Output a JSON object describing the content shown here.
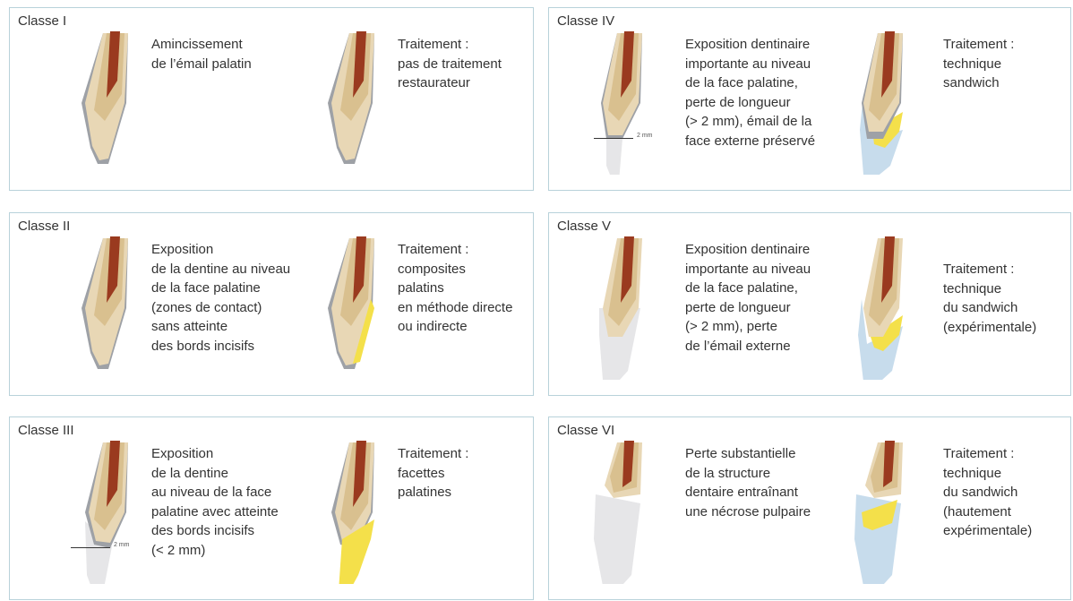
{
  "palette": {
    "panel_border": "#b8d2da",
    "enamel": "#e8d7b5",
    "dentin": "#d9c08f",
    "pulp": "#9a3a1f",
    "lost_enamel_grey": "#9ea1a6",
    "lost_structure_light": "#e6e6e8",
    "composite_yellow": "#f4e04a",
    "glass_ionomer_blue": "#c7dcec"
  },
  "panels": [
    {
      "title": "Classe I",
      "description": [
        "Amincissement",
        "de l’émail palatin"
      ],
      "treatment": [
        "Traitement :",
        "pas de traitement",
        "restaurateur"
      ],
      "scale": ""
    },
    {
      "title": "Classe IV",
      "description": [
        "Exposition dentinaire",
        "importante au niveau",
        "de la face palatine,",
        "perte de longueur",
        "(> 2 mm), émail de la",
        "face externe préservé"
      ],
      "treatment": [
        "Traitement :",
        "technique",
        "sandwich"
      ],
      "scale": "2 mm"
    },
    {
      "title": "Classe II",
      "description": [
        "Exposition",
        "de la dentine au niveau",
        "de la face palatine",
        "(zones de contact)",
        "sans atteinte",
        "des bords incisifs"
      ],
      "treatment": [
        "Traitement :",
        "composites",
        "palatins",
        "en méthode directe",
        "ou indirecte"
      ],
      "scale": ""
    },
    {
      "title": "Classe V",
      "description": [
        "Exposition dentinaire",
        "importante au niveau",
        "de la face palatine,",
        "perte de longueur",
        "(> 2 mm), perte",
        "de l’émail externe"
      ],
      "treatment": [
        "Traitement :",
        "technique",
        "du sandwich",
        "(expérimentale)"
      ],
      "scale": ""
    },
    {
      "title": "Classe III",
      "description": [
        "Exposition",
        "de la dentine",
        "au niveau de la face",
        "palatine avec atteinte",
        "des bords incisifs",
        "(< 2 mm)"
      ],
      "treatment": [
        "Traitement :",
        "facettes",
        "palatines"
      ],
      "scale": "2 mm"
    },
    {
      "title": "Classe VI",
      "description": [
        "Perte substantielle",
        "de la structure",
        "dentaire entraînant",
        "une nécrose pulpaire"
      ],
      "treatment": [
        "Traitement :",
        "technique",
        "du sandwich",
        "(hautement",
        "expérimentale)"
      ],
      "scale": ""
    }
  ]
}
